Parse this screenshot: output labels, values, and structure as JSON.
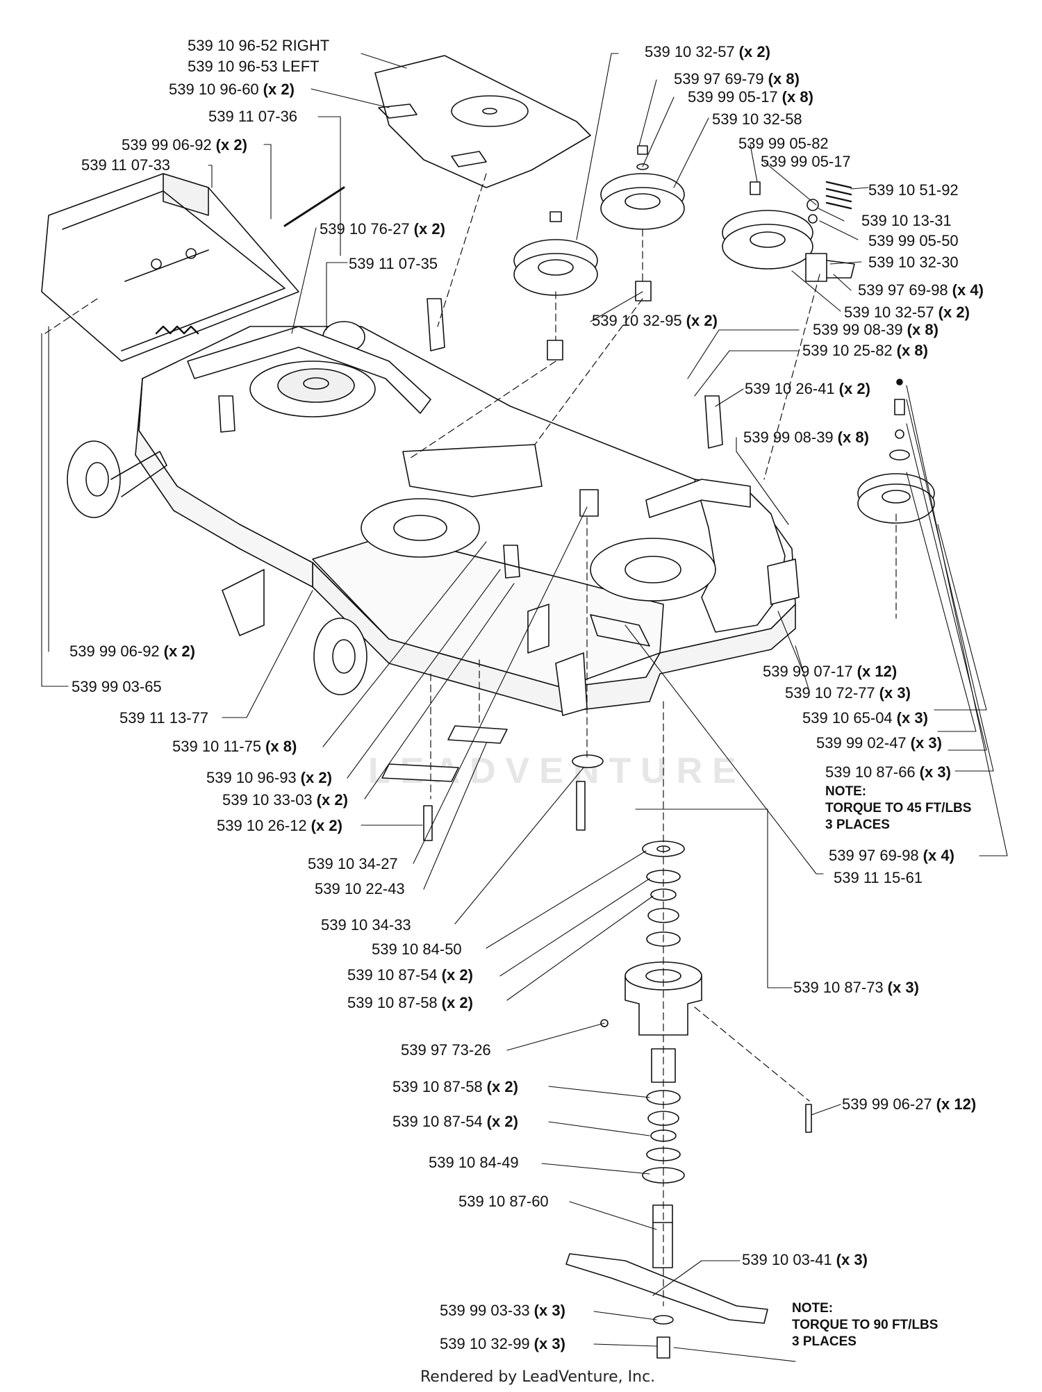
{
  "labels": [
    {
      "part": "539 10 96-52 RIGHT",
      "qty": ""
    },
    {
      "part": "539 10 96-53 LEFT",
      "qty": ""
    },
    {
      "part": "539 10 96-60",
      "qty": "(x 2)"
    },
    {
      "part": "539 11 07-36",
      "qty": ""
    },
    {
      "part": "539 99 06-92",
      "qty": "(x 2)"
    },
    {
      "part": "539 11 07-33",
      "qty": ""
    },
    {
      "part": "539 10 76-27",
      "qty": "(x 2)"
    },
    {
      "part": "539 11 07-35",
      "qty": ""
    },
    {
      "part": "539 10 32-57",
      "qty": "(x 2)"
    },
    {
      "part": "539 97 69-79",
      "qty": "(x 8)"
    },
    {
      "part": "539 99 05-17",
      "qty": "(x 8)"
    },
    {
      "part": "539 10 32-58",
      "qty": ""
    },
    {
      "part": "539 99 05-82",
      "qty": ""
    },
    {
      "part": "539 99 05-17",
      "qty": ""
    },
    {
      "part": "539 10 51-92",
      "qty": ""
    },
    {
      "part": "539 10 13-31",
      "qty": ""
    },
    {
      "part": "539 99 05-50",
      "qty": ""
    },
    {
      "part": "539 10 32-30",
      "qty": ""
    },
    {
      "part": "539 97 69-98",
      "qty": "(x 4)"
    },
    {
      "part": "539 10 32-57",
      "qty": "(x 2)"
    },
    {
      "part": "539 10 32-95",
      "qty": "(x 2)"
    },
    {
      "part": "539 99 08-39",
      "qty": "(x 8)"
    },
    {
      "part": "539 10 25-82",
      "qty": "(x 8)"
    },
    {
      "part": "539 10 26-41",
      "qty": "(x 2)"
    },
    {
      "part": "539 99 08-39",
      "qty": "(x 8)"
    },
    {
      "part": "539 99 06-92",
      "qty": "(x 2)"
    },
    {
      "part": "539 99 03-65",
      "qty": ""
    },
    {
      "part": "539 11 13-77",
      "qty": ""
    },
    {
      "part": "539 10 11-75",
      "qty": "(x 8)"
    },
    {
      "part": "539 10 96-93",
      "qty": "(x 2)"
    },
    {
      "part": "539 10 33-03",
      "qty": "(x 2)"
    },
    {
      "part": "539 10 26-12",
      "qty": "(x 2)"
    },
    {
      "part": "539 99 07-17",
      "qty": "(x 12)"
    },
    {
      "part": "539 10 72-77",
      "qty": "(x 3)"
    },
    {
      "part": "539 10 65-04",
      "qty": "(x 3)"
    },
    {
      "part": "539 99 02-47",
      "qty": "(x 3)"
    },
    {
      "part": "539 10 87-66",
      "qty": "(x 3)"
    },
    {
      "part": "539 97 69-98",
      "qty": "(x 4)"
    },
    {
      "part": "539 11 15-61",
      "qty": ""
    },
    {
      "part": "539 10 34-27",
      "qty": ""
    },
    {
      "part": "539 10 22-43",
      "qty": ""
    },
    {
      "part": "539 10 34-33",
      "qty": ""
    },
    {
      "part": "539 10 84-50",
      "qty": ""
    },
    {
      "part": "539 10 87-54",
      "qty": "(x 2)"
    },
    {
      "part": "539 10 87-58",
      "qty": "(x 2)"
    },
    {
      "part": "539 10 87-73",
      "qty": "(x 3)"
    },
    {
      "part": "539 97 73-26",
      "qty": ""
    },
    {
      "part": "539 10 87-58",
      "qty": "(x 2)"
    },
    {
      "part": "539 10 87-54",
      "qty": "(x 2)"
    },
    {
      "part": "539 10 84-49",
      "qty": ""
    },
    {
      "part": "539 99 06-27",
      "qty": "(x 12)"
    },
    {
      "part": "539 10 87-60",
      "qty": ""
    },
    {
      "part": "539 10 03-41",
      "qty": "(x 3)"
    },
    {
      "part": "539 99 03-33",
      "qty": "(x 3)"
    },
    {
      "part": "539 10 32-99",
      "qty": "(x 3)"
    }
  ],
  "notes": [
    {
      "lines": [
        "NOTE:",
        "TORQUE TO 45 FT/LBS",
        "3 PLACES"
      ]
    },
    {
      "lines": [
        "NOTE:",
        "TORQUE TO 90 FT/LBS",
        "3 PLACES"
      ]
    }
  ],
  "watermark": "LEADVENTURE",
  "footer": "Rendered by LeadVenture, Inc."
}
